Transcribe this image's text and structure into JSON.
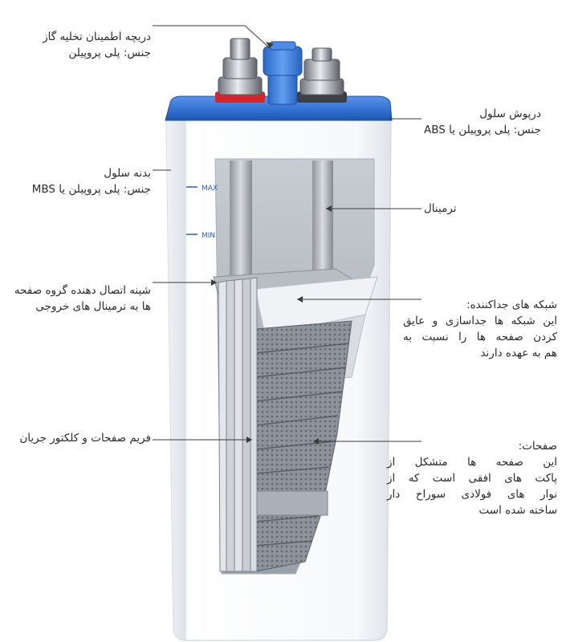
{
  "labels": {
    "vent": {
      "line1": "دریچه اطمینان تخلیه گاز",
      "line2": "جنس: پلی پروپیلن"
    },
    "lid": {
      "line1": "درپوش سلول",
      "line2": "جنس: پلی پروپیلن یا ABS"
    },
    "body": {
      "line1": "بدنه سلول",
      "line2": "جنس: پلی پروپیلن یا MBS"
    },
    "terminal": {
      "line1": "ترمینال"
    },
    "busbar": {
      "line1": "شینه اتصال دهنده گروه صفحه",
      "line2": "ها به ترمینال های خروجی"
    },
    "separator": {
      "line1": "شبکه های جداکننده:",
      "line2": "این شبکه ها جداسازی و عایق",
      "line3": "کردن صفحه ها را نسبت به",
      "line4": "هم به عهده دارند"
    },
    "frame": {
      "line1": "فریم صفحات و کلکتور جریان"
    },
    "plates": {
      "line1": "صفحات:",
      "line2": "این صفحه ها متشکل از",
      "line3": "پاکت های افقی است که از",
      "line4": "نوار های فولادی سوراخ دار",
      "line5": "ساخته شده است"
    }
  },
  "level_marks": {
    "max": "MAX",
    "min": "MIN"
  },
  "colors": {
    "lid": "#2f6fd0",
    "vent": "#3b7de0",
    "terminal_ring_red": "#d6252b",
    "text": "#2b2b2b"
  }
}
